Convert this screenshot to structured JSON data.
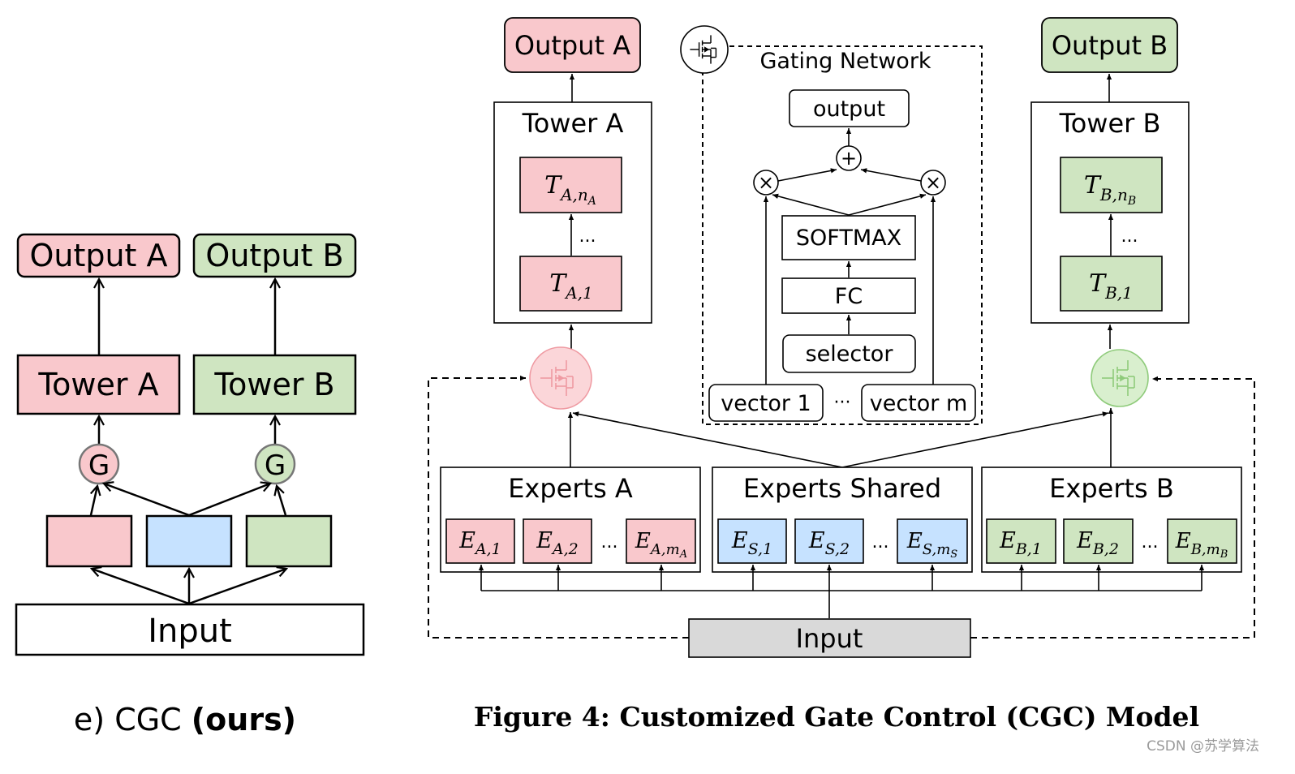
{
  "colors": {
    "pink": "#f9c8cc",
    "blue": "#c6e2ff",
    "green": "#cfe5c1",
    "gray": "#d9d9d9",
    "line": "#000000",
    "pink_stroke": "#e9a4aa",
    "green_stroke": "#9fcf8d"
  },
  "left": {
    "output_a": "Output A",
    "output_b": "Output B",
    "tower_a": "Tower A",
    "tower_b": "Tower B",
    "gate_a": "G",
    "gate_b": "G",
    "input": "Input",
    "caption_prefix": "e) CGC ",
    "caption_bold": "(ours)"
  },
  "right": {
    "output_a": "Output A",
    "output_b": "Output B",
    "tower_a": "Tower A",
    "tower_b": "Tower B",
    "ta_top": {
      "base": "T",
      "sub": "A,n",
      "subsub": "A"
    },
    "ta_bot": {
      "base": "T",
      "sub": "A,1"
    },
    "tb_top": {
      "base": "T",
      "sub": "B,n",
      "subsub": "B"
    },
    "tb_bot": {
      "base": "T",
      "sub": "B,1"
    },
    "tower_ellipsis": "...",
    "gating": {
      "title": "Gating Network",
      "output": "output",
      "plus": "+",
      "times": "×",
      "softmax": "SOFTMAX",
      "fc": "FC",
      "selector": "selector",
      "vector1": "vector 1",
      "vector_ellipsis": "···",
      "vectorm": "vector m"
    },
    "experts_a": {
      "title": "Experts A",
      "e1": {
        "base": "E",
        "sub": "A,1"
      },
      "e2": {
        "base": "E",
        "sub": "A,2"
      },
      "e3": {
        "base": "E",
        "sub": "A,m",
        "subsub": "A"
      }
    },
    "experts_shared": {
      "title": "Experts Shared",
      "e1": {
        "base": "E",
        "sub": "S,1"
      },
      "e2": {
        "base": "E",
        "sub": "S,2"
      },
      "e3": {
        "base": "E",
        "sub": "S,m",
        "subsub": "S"
      }
    },
    "experts_b": {
      "title": "Experts B",
      "e1": {
        "base": "E",
        "sub": "B,1"
      },
      "e2": {
        "base": "E",
        "sub": "B,2"
      },
      "e3": {
        "base": "E",
        "sub": "B,m",
        "subsub": "B"
      }
    },
    "experts_ellipsis": "...",
    "input": "Input",
    "caption": "Figure 4: Customized Gate Control (CGC) Model"
  },
  "watermark": "CSDN @苏学算法"
}
